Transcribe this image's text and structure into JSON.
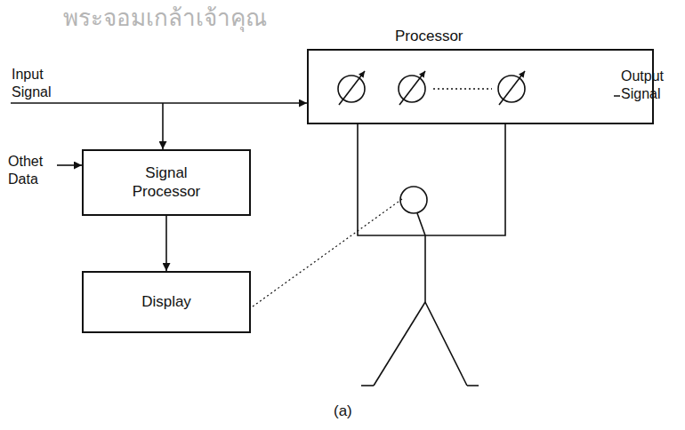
{
  "diagram": {
    "caption": "(a)",
    "nodes": [
      {
        "text": [
          "Processor"
        ]
      },
      {
        "text": [
          "Signal Processor"
        ]
      },
      {
        "text": [
          "Display"
        ]
      }
    ],
    "edges": [
      {
        "from": 1,
        "to": 2,
        "arrow": "to"
      }
    ],
    "labels": [
      "Input Signal",
      "Othet Data",
      "Output Signal",
      "พระจอมเกล้าเจ้าคุณ"
    ]
  }
}
